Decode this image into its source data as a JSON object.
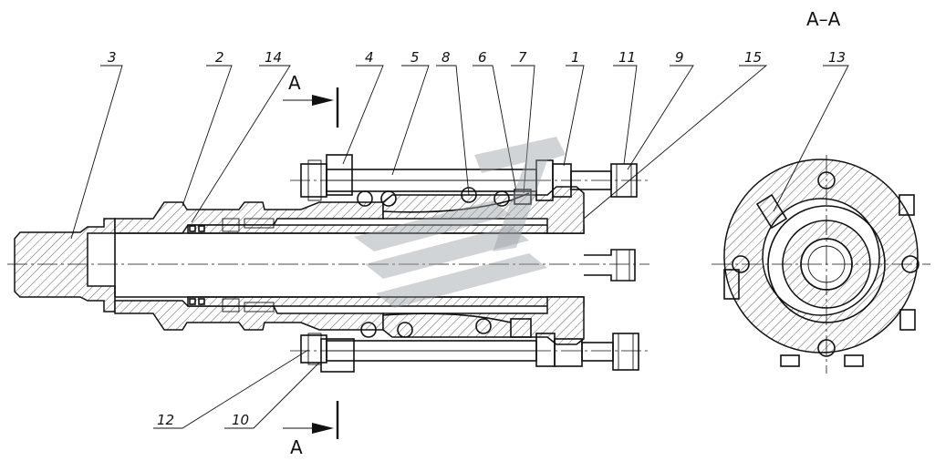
{
  "section_title": "А–А",
  "section_marks": {
    "top": "А",
    "bottom": "А"
  },
  "callouts": [
    {
      "id": "c3",
      "text": "3"
    },
    {
      "id": "c2",
      "text": "2"
    },
    {
      "id": "c14",
      "text": "14"
    },
    {
      "id": "c4",
      "text": "4"
    },
    {
      "id": "c5",
      "text": "5"
    },
    {
      "id": "c8",
      "text": "8"
    },
    {
      "id": "c6",
      "text": "6"
    },
    {
      "id": "c7",
      "text": "7"
    },
    {
      "id": "c1",
      "text": "1"
    },
    {
      "id": "c11",
      "text": "11"
    },
    {
      "id": "c9",
      "text": "9"
    },
    {
      "id": "c15",
      "text": "15"
    },
    {
      "id": "c13",
      "text": "13"
    },
    {
      "id": "c12",
      "text": "12"
    },
    {
      "id": "c10",
      "text": "10"
    }
  ]
}
